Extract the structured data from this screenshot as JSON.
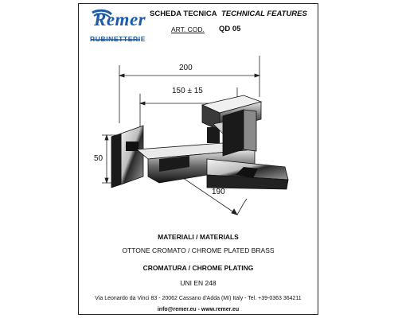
{
  "header": {
    "brand": "Remer",
    "brand_sub": "RUBINETTERIE",
    "title_it": "SCHEDA TECNICA",
    "title_en": "TECHNICAL FEATURES",
    "art_cod_label": "ART. COD.",
    "art_cod_value": "QD 05"
  },
  "drawing": {
    "dim_overall": "200",
    "dim_centers": "150 ± 15",
    "dim_height": "50",
    "dim_spout": "190"
  },
  "specs": {
    "materials_heading": "MATERIALI / MATERIALS",
    "materials_value": "OTTONE CROMATO / CHROME PLATED BRASS",
    "plating_heading": "CROMATURA / CHROME PLATING",
    "plating_value": "UNI EN 248"
  },
  "footer": {
    "address": "Via Leonardo da Vinci 83 - 20062 Cassano d'Adda (MI) Italy - Tel. +39-0363 364211",
    "contacts": "info@remer.eu - www.remer.eu"
  },
  "colors": {
    "brand_blue": "#1d5ba8",
    "chrome_dark": "#1a1a1a",
    "chrome_light": "#d8d8d8"
  }
}
